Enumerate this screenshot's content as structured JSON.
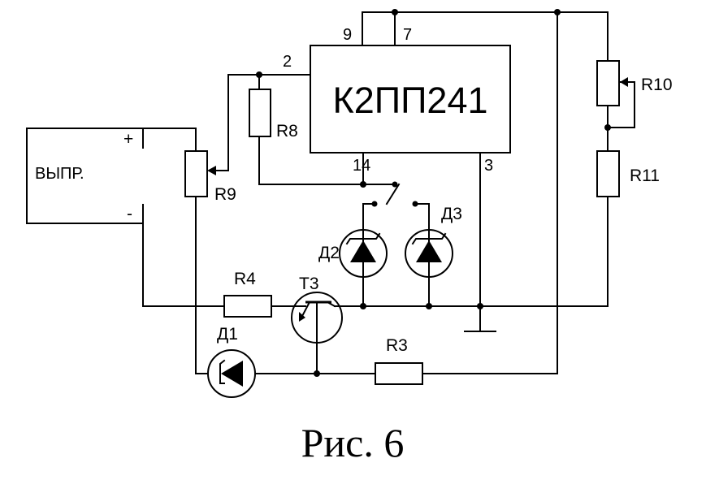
{
  "chip": {
    "label": "К2ПП241",
    "pins": {
      "p9": "9",
      "p7": "7",
      "p2": "2",
      "p14": "14",
      "p3": "3"
    }
  },
  "source": {
    "label": "ВЫПР.",
    "plus": "+",
    "minus": "-"
  },
  "components": {
    "r3": "R3",
    "r4": "R4",
    "r8": "R8",
    "r9": "R9",
    "r10": "R10",
    "r11": "R11",
    "d1": "Д1",
    "d2": "Д2",
    "d3": "Д3",
    "t3": "Т3"
  },
  "caption": "Рис. 6"
}
